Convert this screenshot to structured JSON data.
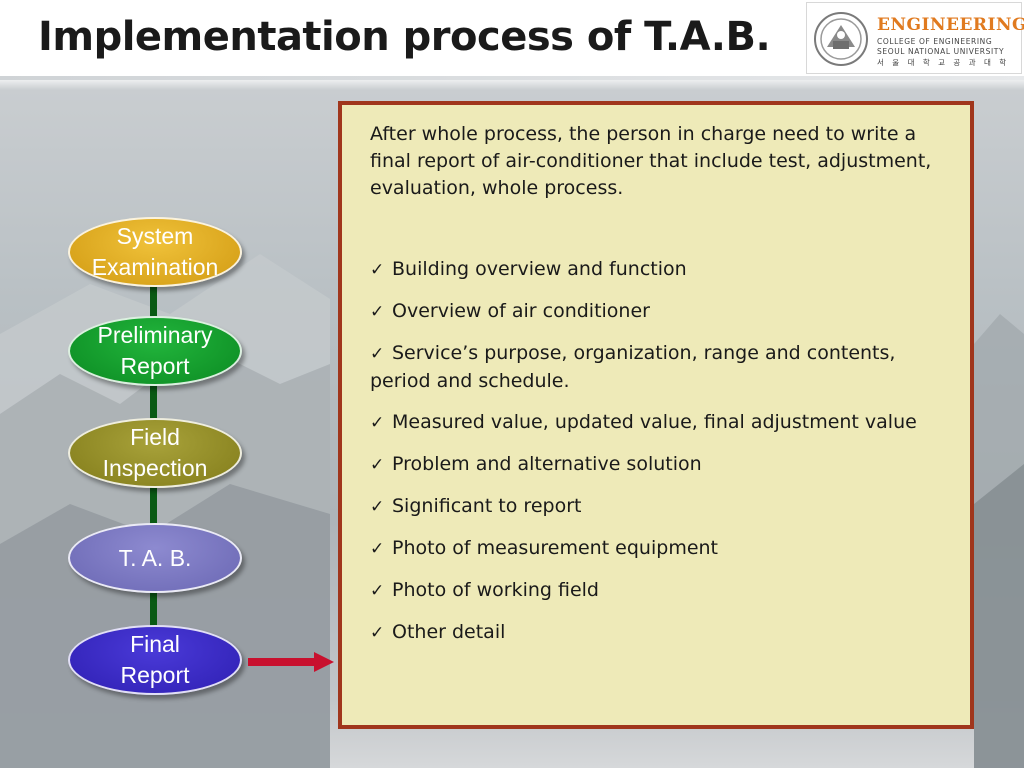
{
  "header": {
    "title": "Implementation process of T.A.B.",
    "logo": {
      "icon": "university-seal-icon",
      "word": "ENGINEERING",
      "line1": "COLLEGE OF ENGINEERING",
      "line2": "SEOUL NATIONAL UNIVERSITY",
      "line3": "서 울 대 학 교 공 과 대 학",
      "color": "#e07a1f"
    }
  },
  "flow": {
    "steps": [
      {
        "label": "System\nExamination",
        "color": "#e0ad22"
      },
      {
        "label": "Preliminary\nReport",
        "color": "#16a02e"
      },
      {
        "label": "Field\nInspection",
        "color": "#958f28"
      },
      {
        "label": "T. A. B.",
        "color": "#7c79c2"
      },
      {
        "label": "Final\nReport",
        "color": "#3a2bc8"
      }
    ],
    "connector_color": "#0a5a14",
    "arrow_color": "#c8102e"
  },
  "content": {
    "intro": "After whole process, the person in charge need to write a final report of air-conditioner that include test, adjustment, evaluation, whole process.",
    "check_glyph": "✓",
    "items": [
      "Building overview and function",
      "Overview of air conditioner",
      "Service’s purpose, organization, range and contents, period and schedule.",
      "Measured value, updated value, final adjustment value",
      "Problem and alternative solution",
      "Significant to report",
      "Photo of measurement equipment",
      "Photo of working field",
      "Other detail"
    ],
    "box_color": "#eeeab8",
    "border_color": "#a0361c"
  }
}
